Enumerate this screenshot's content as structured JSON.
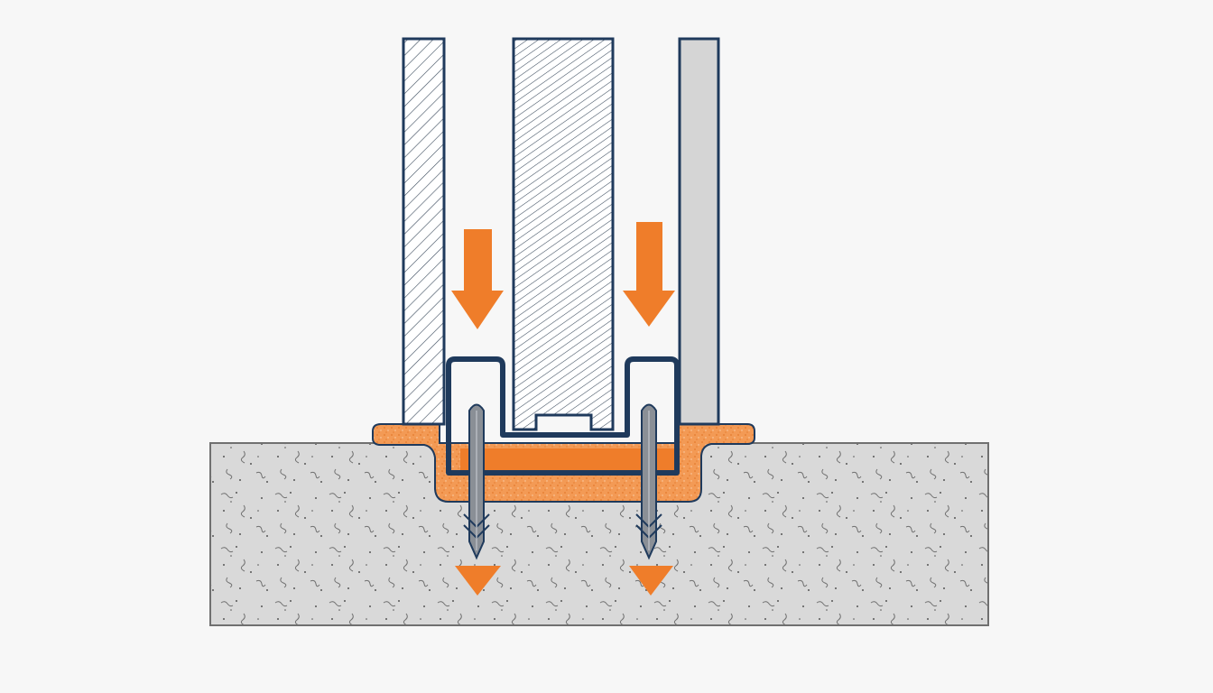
{
  "diagram": {
    "type": "cross-section",
    "labels": [],
    "colors": {
      "background": "#f7f7f7",
      "outline_navy": "#1f3a5c",
      "accent_orange": "#ef7d2a",
      "sealant_orange": "#f39a55",
      "concrete_gray": "#d7d7d7",
      "concrete_border": "#707070",
      "panel_gray": "#d5d5d5",
      "anchor_gray": "#8a8f96"
    },
    "elements": [
      {
        "name": "left-hatched-panel",
        "material": "hatched"
      },
      {
        "name": "center-hatched-panel",
        "material": "hatched"
      },
      {
        "name": "right-gray-panel",
        "material": "solid-gray"
      },
      {
        "name": "u-channel",
        "material": "navy-outline"
      },
      {
        "name": "orange-sealant-bed",
        "material": "orange-granular"
      },
      {
        "name": "concrete-slab",
        "material": "speckled-concrete"
      },
      {
        "name": "left-anchor",
        "material": "steel"
      },
      {
        "name": "right-anchor",
        "material": "steel"
      }
    ],
    "arrows": [
      {
        "name": "left-down-arrow",
        "direction": "down"
      },
      {
        "name": "right-down-arrow",
        "direction": "down"
      },
      {
        "name": "left-triangle-marker",
        "direction": "down"
      },
      {
        "name": "right-triangle-marker",
        "direction": "down"
      }
    ]
  }
}
